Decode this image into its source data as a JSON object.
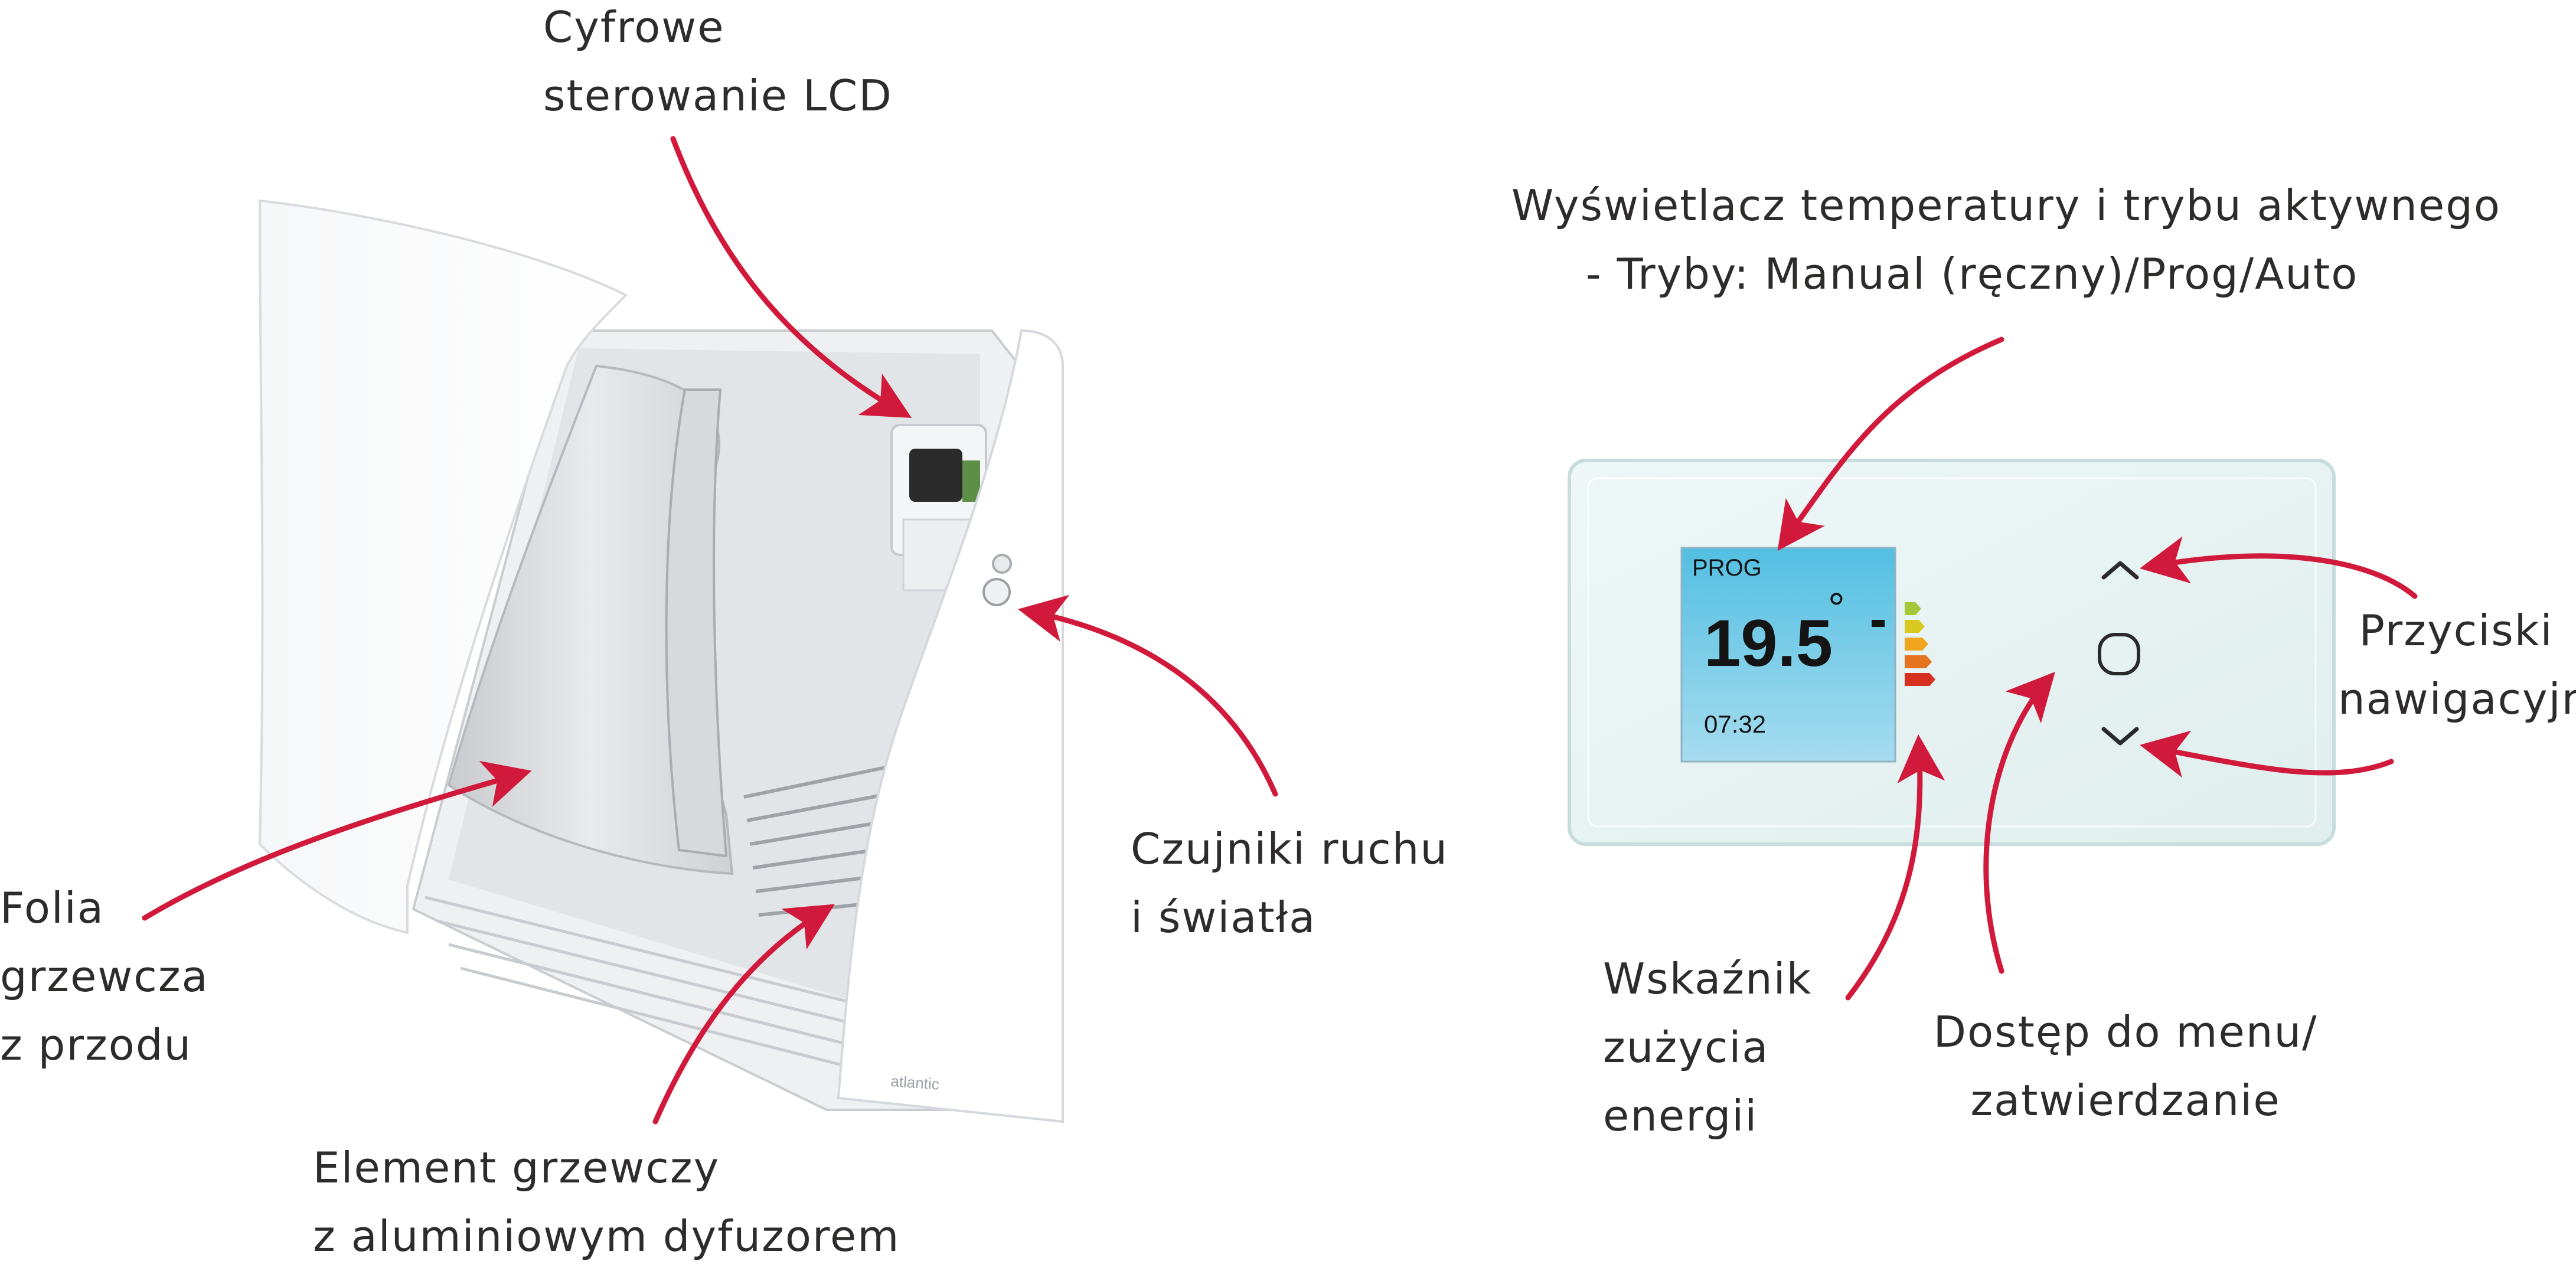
{
  "colors": {
    "accent_arrow": "#d11a3b",
    "label_text": "#2e2b2b",
    "lcd_top": "#53bfe2",
    "lcd_bottom": "#a6dcef",
    "panel_glass": "#e8f3f3"
  },
  "labels": {
    "lcd_control": [
      "Cyfrowe",
      "sterowanie LCD"
    ],
    "temp_display": [
      "Wyświetlacz temperatury i trybu aktywnego",
      "- Tryby: Manual (ręczny)/Prog/Auto"
    ],
    "nav_buttons": [
      "Przyciski",
      "nawigacyjne"
    ],
    "motion_light_sensors": [
      "Czujniki ruchu",
      "i światła"
    ],
    "heating_film": [
      "Folia",
      "grzewcza",
      "z przodu"
    ],
    "heating_element": [
      "Element grzewczy",
      "z aluminiowym dyfuzorem"
    ],
    "energy_indicator": [
      "Wskaźnik",
      "zużycia",
      "energii"
    ],
    "menu_access": [
      "Dostęp do menu/",
      "zatwierdzanie"
    ]
  },
  "lcd": {
    "mode": "PROG",
    "temperature": "19.5",
    "degree_symbol": "°",
    "time": "07:32"
  },
  "energy_bars": [
    "#a6c63a",
    "#d9c91e",
    "#f0a51f",
    "#e6731f",
    "#d8301e"
  ],
  "brand": "atlantic",
  "icons": [
    "chevron-up-icon",
    "circle-button-icon",
    "chevron-down-icon"
  ]
}
